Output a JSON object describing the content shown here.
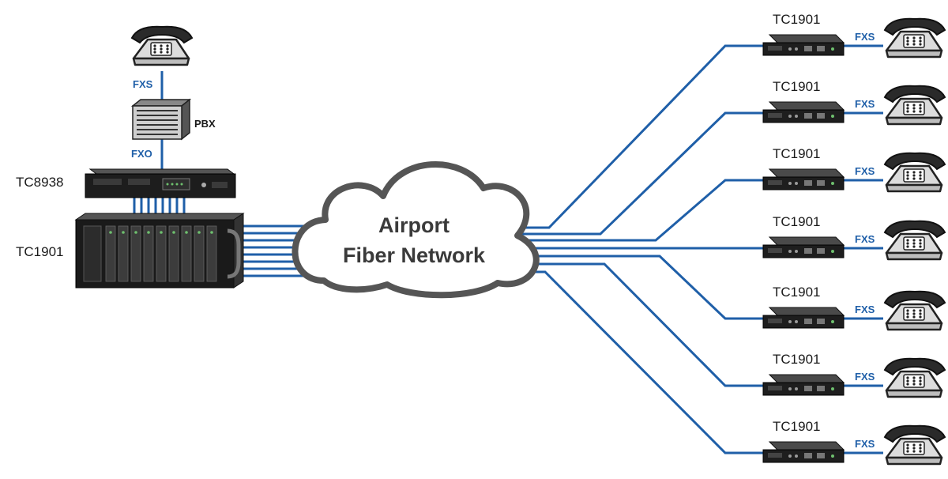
{
  "cloud": {
    "line1": "Airport",
    "line2": "Fiber Network"
  },
  "central": {
    "top_phone_link": "FXS",
    "pbx_label": "PBX",
    "pbx_link": "FXO",
    "mux_label": "TC8938",
    "chassis_label": "TC1901"
  },
  "remotes": [
    {
      "label": "TC1901",
      "link": "FXS"
    },
    {
      "label": "TC1901",
      "link": "FXS"
    },
    {
      "label": "TC1901",
      "link": "FXS"
    },
    {
      "label": "TC1901",
      "link": "FXS"
    },
    {
      "label": "TC1901",
      "link": "FXS"
    },
    {
      "label": "TC1901",
      "link": "FXS"
    },
    {
      "label": "TC1901",
      "link": "FXS"
    }
  ],
  "colors": {
    "fiber": "#1f5fa8",
    "device": "#2a2a2a",
    "cloud_stroke": "#555555"
  },
  "icons": [
    "telephone-icon",
    "pbx-icon",
    "rack-mux-icon",
    "chassis-icon",
    "converter-icon",
    "cloud-icon"
  ]
}
